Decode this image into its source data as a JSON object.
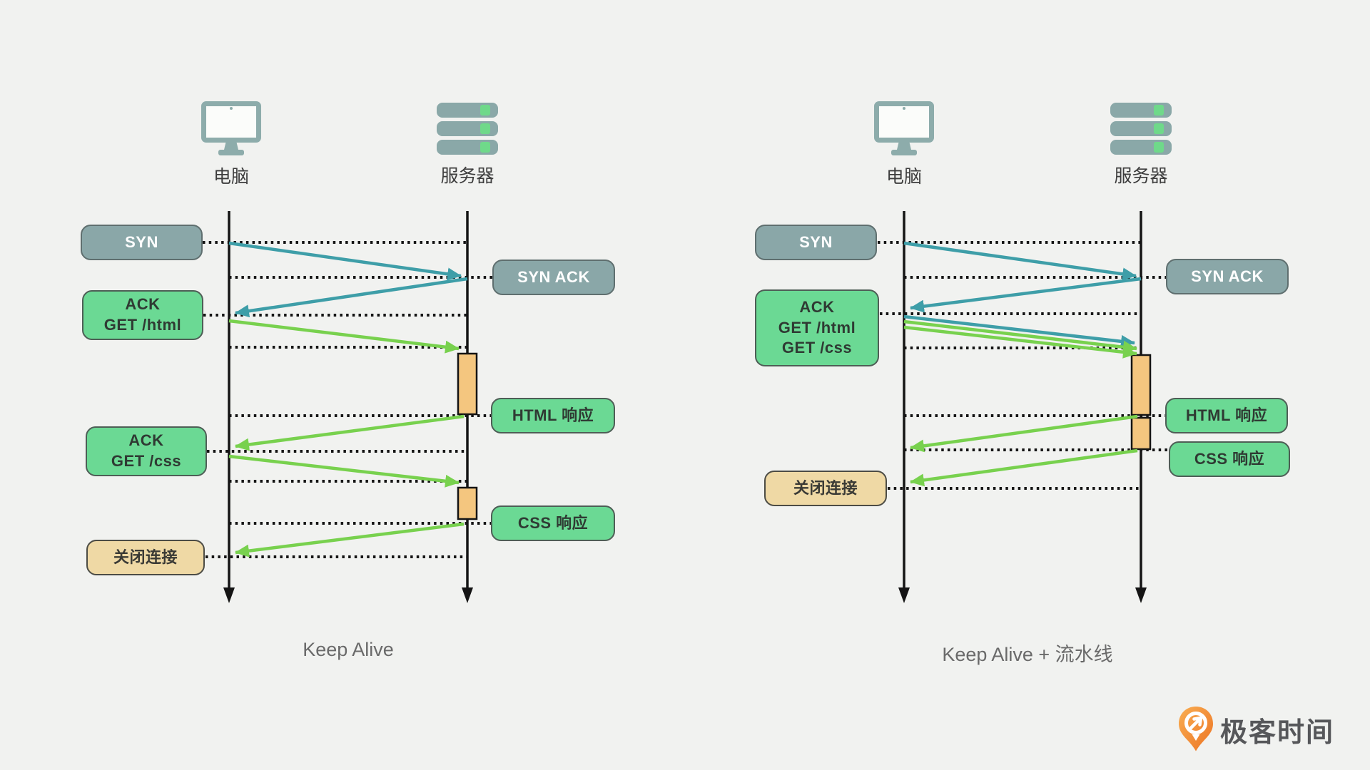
{
  "page": {
    "background": "#f1f2f0"
  },
  "colors": {
    "teal_arrow": "#3e9ea8",
    "green_arrow": "#78d14e",
    "badge_gray": "#8aa7a8",
    "badge_green": "#6bd994",
    "badge_tan": "#efd9a5",
    "activation_box": "#f4c67f",
    "icon_teal": "#8dacab",
    "icon_led_green": "#6fd98a",
    "line_black": "#141414",
    "logo_orange": "#ee7d2c"
  },
  "diagrams": {
    "left": {
      "caption": "Keep Alive",
      "client_label": "电脑",
      "server_label": "服务器",
      "badges": {
        "syn": "SYN",
        "syn_ack": "SYN ACK",
        "ack_get_html": [
          "ACK",
          "GET /html"
        ],
        "html_response": "HTML 响应",
        "ack_get_css": [
          "ACK",
          "GET /css"
        ],
        "css_response": "CSS 响应",
        "close": "关闭连接"
      }
    },
    "right": {
      "caption": "Keep Alive + 流水线",
      "client_label": "电脑",
      "server_label": "服务器",
      "badges": {
        "syn": "SYN",
        "syn_ack": "SYN ACK",
        "ack_get_html_css": [
          "ACK",
          "GET /html",
          "GET /css"
        ],
        "html_response": "HTML 响应",
        "css_response": "CSS 响应",
        "close": "关闭连接"
      }
    }
  },
  "footer": {
    "logo_text": "极客时间"
  }
}
